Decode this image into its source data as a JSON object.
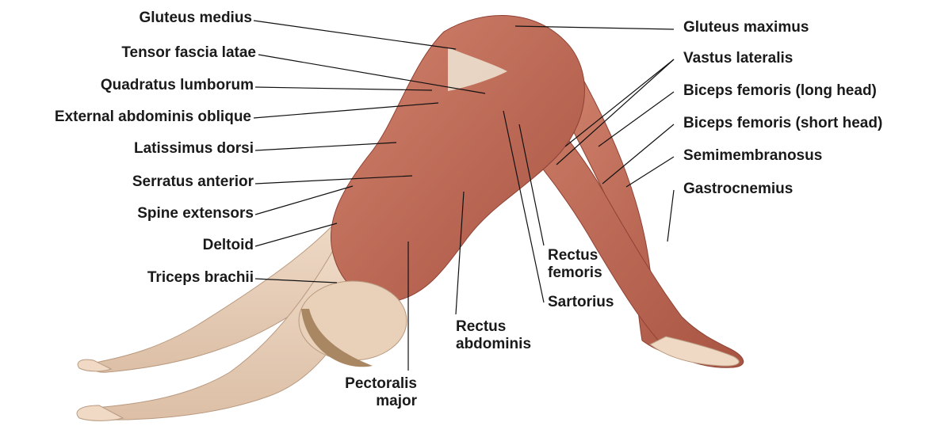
{
  "labels_left": [
    {
      "key": "gluteus_medius",
      "text": "Gluteus medius"
    },
    {
      "key": "tensor_fascia_latae",
      "text": "Tensor fascia latae"
    },
    {
      "key": "quadratus_lumborum",
      "text": "Quadratus lumborum"
    },
    {
      "key": "external_abdominis_oblique",
      "text": "External abdominis oblique"
    },
    {
      "key": "latissimus_dorsi",
      "text": "Latissimus dorsi"
    },
    {
      "key": "serratus_anterior",
      "text": "Serratus anterior"
    },
    {
      "key": "spine_extensors",
      "text": "Spine extensors"
    },
    {
      "key": "deltoid",
      "text": "Deltoid"
    },
    {
      "key": "triceps_brachii",
      "text": "Triceps brachii"
    }
  ],
  "labels_right": [
    {
      "key": "gluteus_maximus",
      "text": "Gluteus maximus"
    },
    {
      "key": "vastus_lateralis",
      "text": "Vastus lateralis"
    },
    {
      "key": "biceps_femoris_long",
      "text": "Biceps femoris (long head)"
    },
    {
      "key": "biceps_femoris_short",
      "text": "Biceps femoris (short head)"
    },
    {
      "key": "semimembranosus",
      "text": "Semimembranosus"
    },
    {
      "key": "gastrocnemius",
      "text": "Gastrocnemius"
    }
  ],
  "labels_bottom": {
    "rectus_femoris": [
      "Rectus",
      "femoris"
    ],
    "sartorius": "Sartorius",
    "rectus_abdominis": [
      "Rectus",
      "abdominis"
    ],
    "pectoralis_major": [
      "Pectoralis",
      "major"
    ]
  },
  "colors": {
    "muscle": "#c46a57",
    "muscle_dark": "#9e4a3a",
    "skin": "#eed7c3",
    "tendon": "#efe6d6",
    "hair": "#a88762"
  }
}
